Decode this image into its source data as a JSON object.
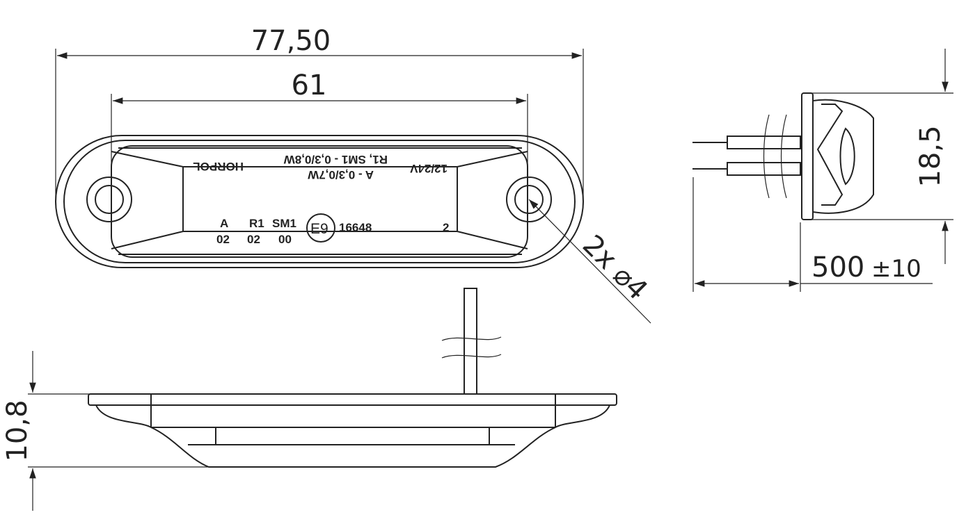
{
  "dimensions": {
    "overall_length": "77,50",
    "hole_spacing": "61",
    "hole_diameter": "2x ⌀4",
    "height": "18,5",
    "cable_length": "500",
    "cable_tolerance": "±10",
    "depth": "10,8"
  },
  "markings": {
    "brand": "HORPOL",
    "power_r1_sm1": "R1, SM1 - 0,3/0,8W",
    "power_a": "A - 0,3/0,7W",
    "voltage": "12/24V",
    "cat_a": "A",
    "cat_a_num": "02",
    "cat_r1": "R1",
    "cat_r1_num": "02",
    "cat_sm1": "SM1",
    "cat_sm1_num": "00",
    "approval_mark": "E9",
    "approval_number": "16648",
    "class": "2"
  }
}
